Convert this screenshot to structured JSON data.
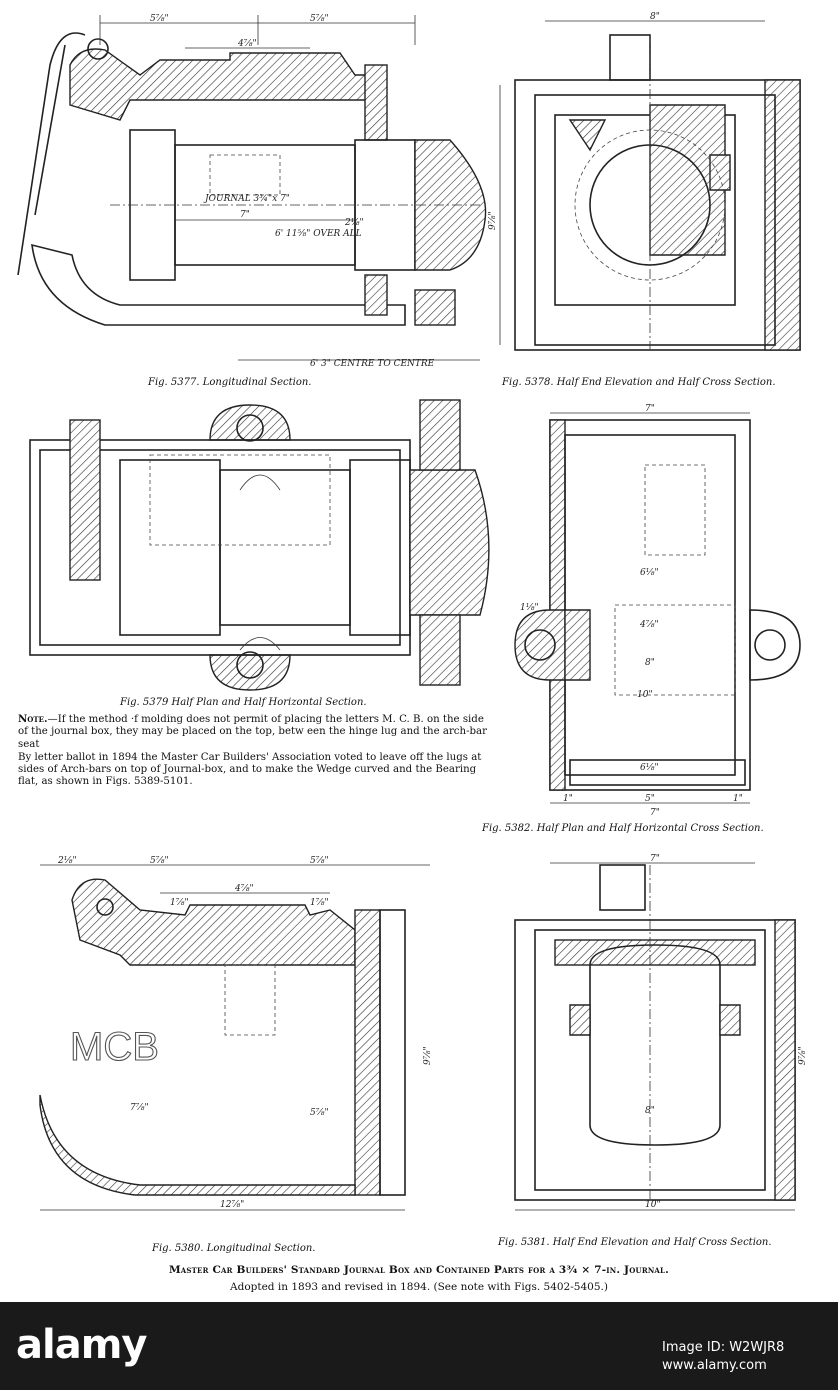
{
  "figures": {
    "fig5377": {
      "caption": "Fig. 5377.   Longitudinal Section.",
      "dims": [
        "5⅞\"",
        "5⅞\"",
        "4⅞\"",
        "JOURNAL 3¾\"x 7\"",
        "7\"",
        "6' 11⅝\" OVER ALL",
        "6' 3\" CENTRE TO CENTRE",
        "2⅛\""
      ]
    },
    "fig5378": {
      "caption": "Fig. 5378.   Half End Elevation and Half Cross Section.",
      "dims": [
        "8\"",
        "9⅞\""
      ]
    },
    "fig5379": {
      "caption": "Fig. 5379   Half Plan and Half Horizontal Section."
    },
    "fig5382": {
      "caption": "Fig. 5382.   Half Plan and Half Horizontal Cross Section.",
      "dims": [
        "7\"",
        "1⅛\"",
        "6⅛\"",
        "4⅞\"",
        "8\"",
        "10\"",
        "6⅛\"",
        "1\"",
        "5\"",
        "1\"",
        "7\""
      ]
    },
    "fig5380": {
      "caption": "Fig. 5380.   Longitudinal Section.",
      "dims": [
        "2⅛\"",
        "5⅞\"",
        "5⅞\"",
        "4⅞\"",
        "1⅞\"",
        "1⅞\"",
        "12⅞\"",
        "9⅞\"",
        "7⅞\"",
        "5⅞\""
      ],
      "letters": "MCB"
    },
    "fig5381": {
      "caption": "Fig. 5381.   Half End Elevation and Half Cross Section.",
      "dims": [
        "7\"",
        "9⅞\"",
        "10\"",
        "8\""
      ]
    }
  },
  "note": {
    "lead": "Note.",
    "text1": "—If the method ·f molding does not permit of placing the letters M. C. B. on the side of the journal box, they may be placed on the top, betw een the hinge lug and the arch-bar seat",
    "text2": "By letter ballot in 1894 the Master Car Builders' Association voted to leave off the lugs at sides of Arch-bars on top of Journal-box, and to make the Wedge curved and the Bearing flat, as shown in Figs. 5389-5101."
  },
  "title": {
    "main": "Master Car Builders' Standard Journal Box and Contained Parts for a 3¾ × 7-in. Journal.",
    "sub": "Adopted in 1893 and revised in 1894.   (See note with Figs. 5402-5405.)"
  },
  "footer": {
    "brand": "alamy",
    "image_id": "Image ID: W2WJR8",
    "url": "www.alamy.com"
  }
}
